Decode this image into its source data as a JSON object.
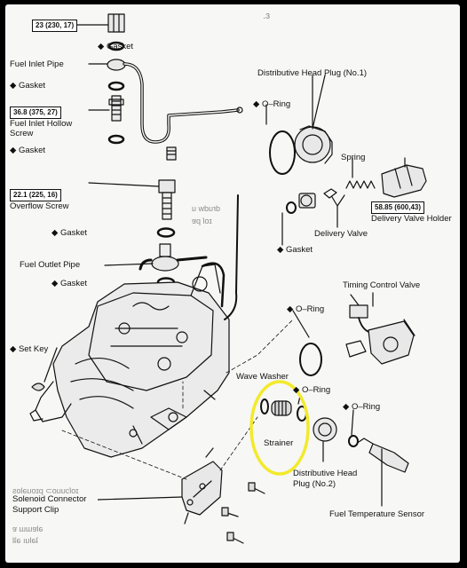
{
  "torque": {
    "t1": "23 (230, 17)",
    "t2": "36.8 (375, 27)",
    "t3": "22.1 (225, 16)",
    "t4": "58.85 (600,43)"
  },
  "labels": {
    "gasket": "Gasket",
    "fuel_inlet_pipe": "Fuel Inlet Pipe",
    "fuel_inlet_hollow_screw_1": "Fuel Inlet Hollow",
    "fuel_inlet_hollow_screw_2": "Screw",
    "overflow_screw": "Overflow Screw",
    "fuel_outlet_pipe": "Fuel Outlet Pipe",
    "set_key": "Set Key",
    "o_ring": "O–Ring",
    "distributive_head_plug_no1": "Distributive Head Plug (No.1)",
    "spring": "Spring",
    "delivery_valve_holder": "Delivery Valve Holder",
    "delivery_valve": "Delivery Valve",
    "timing_control_valve": "Timing Control Valve",
    "wave_washer": "Wave Washer",
    "strainer": "Strainer",
    "distributive_head_plug_no2_1": "Distributive Head",
    "distributive_head_plug_no2_2": "Plug (No.2)",
    "fuel_temperature_sensor": "Fuel Temperature Sensor",
    "solenoid_connector_support_clip_1": "Solenoid Connector",
    "solenoid_connector_support_clip_2": "Support Clip"
  },
  "bleed_through": {
    "top": "ɛ.",
    "mid1": "drudw u",
    "mid2": "ɪoſ pɐ",
    "bottom1": "ɪoſɔuuo⊃ pɪouəlos",
    "bottom2": "əlɐɯɯ ɐ",
    "bottom3": "ʇəluı əʇl"
  },
  "colors": {
    "highlight": "#f2ea2a",
    "ink": "#111111",
    "paper": "#f7f7f5"
  }
}
